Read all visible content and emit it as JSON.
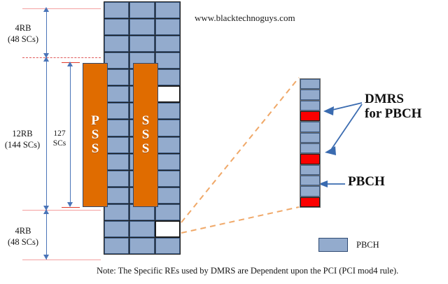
{
  "watermark": "www.blacktechnoguys.com",
  "note": "Note: The Specific REs used by DMRS are Dependent upon the PCI (PCI mod4 rule).",
  "colors": {
    "pbch_blue": "#93abcd",
    "pbch_border": "#3f5d85",
    "sync_orange": "#e06c00",
    "dmrs_red": "#fb0000",
    "rail_blue": "#4a74b8",
    "guide_pink": "#f4a0a0",
    "dashed_orange": "#f0a868"
  },
  "left_axis": {
    "top_band": {
      "line1": "4RB",
      "line2": "(48 SCs)"
    },
    "middle_band": {
      "line1": "12RB",
      "line2": "(144 SCs)"
    },
    "sync_band": {
      "line1": "127",
      "line2": "SCs"
    },
    "bottom_band": {
      "line1": "4RB",
      "line2": "(48 SCs)"
    }
  },
  "sync_signals": {
    "pss": {
      "name": "PSS",
      "letters": [
        "P",
        "S",
        "S"
      ]
    },
    "sss": {
      "name": "SSS",
      "letters": [
        "S",
        "S",
        "S"
      ]
    }
  },
  "grid": {
    "columns": 3,
    "rows": 15,
    "cell_label": "PBCH resource element",
    "empty_cells": [
      {
        "row": 5,
        "col": 2
      },
      {
        "row": 13,
        "col": 2
      }
    ]
  },
  "detail_column": {
    "count": 12,
    "cells": [
      "pbch",
      "pbch",
      "pbch",
      "dmrs",
      "pbch",
      "pbch",
      "pbch",
      "dmrs",
      "pbch",
      "pbch",
      "pbch",
      "dmrs"
    ]
  },
  "callouts": {
    "dmrs": {
      "line1": "DMRS",
      "line2": "for PBCH"
    },
    "pbch": {
      "line1": "PBCH"
    }
  },
  "legend": {
    "items": [
      {
        "label": "PBCH",
        "color": "#93abcd"
      }
    ]
  },
  "icons": {
    "arrow_up": "arrow-up-icon",
    "arrow_down": "arrow-down-icon",
    "callout_arrow": "callout-arrow-icon",
    "zoom_connector": "zoom-connector-icon"
  }
}
